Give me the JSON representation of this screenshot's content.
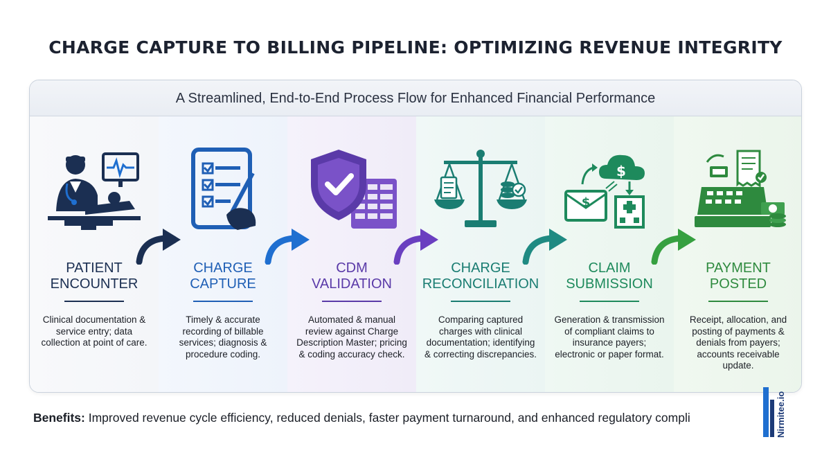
{
  "title": "CHARGE CAPTURE TO BILLING PIPELINE: OPTIMIZING REVENUE INTEGRITY",
  "subtitle": "A Streamlined, End-to-End Process Flow for Enhanced Financial Performance",
  "stages": [
    {
      "label_line1": "PATIENT",
      "label_line2": "ENCOUNTER",
      "description": "Clinical documentation & service entry; data collection at point of care.",
      "icon": "doctor-patient-monitor-icon",
      "color": "#1b2f52"
    },
    {
      "label_line1": "CHARGE",
      "label_line2": "CAPTURE",
      "description": "Timely & accurate recording of billable services; diagnosis & procedure coding.",
      "icon": "tablet-checklist-icon",
      "color": "#1f5fb5"
    },
    {
      "label_line1": "CDM",
      "label_line2": "VALIDATION",
      "description": "Automated & manual review against Charge Description Master; pricing & coding accuracy check.",
      "icon": "shield-check-spreadsheet-icon",
      "color": "#5a3aa8"
    },
    {
      "label_line1": "CHARGE",
      "label_line2": "RECONCILIATION",
      "description": "Comparing captured charges with clinical documentation; identifying & correcting discrepancies.",
      "icon": "balance-scale-icon",
      "color": "#1a7d72"
    },
    {
      "label_line1": "CLAIM",
      "label_line2": "SUBMISSION",
      "description": "Generation & transmission of compliant claims to insurance payers; electronic or paper format.",
      "icon": "envelope-cloud-hospital-icon",
      "color": "#1e8a5c"
    },
    {
      "label_line1": "PAYMENT",
      "label_line2": "POSTED",
      "description": "Receipt, allocation, and posting of payments & denials from payers; accounts receivable update.",
      "icon": "cash-register-icon",
      "color": "#2e8a3e"
    }
  ],
  "arrow_colors": [
    "#1b2f52",
    "#1f6fd0",
    "#6a3fc0",
    "#1f8a82",
    "#2f9a52",
    "#36a040"
  ],
  "benefits": {
    "label": "Benefits:",
    "text": " Improved revenue cycle efficiency, reduced denials, faster payment turnaround, and enhanced regulatory compli"
  },
  "logo": {
    "text": "Nirmitee.io"
  }
}
